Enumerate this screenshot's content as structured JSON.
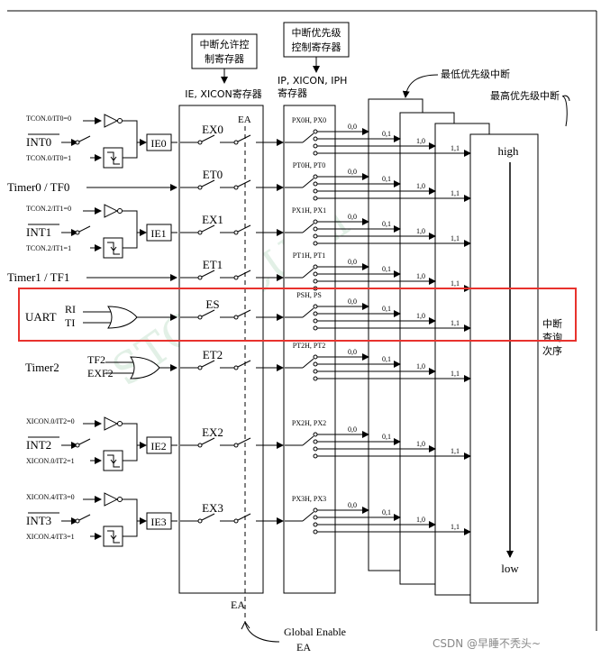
{
  "top_labels": {
    "ie_control_box": [
      "中断允许控",
      "制寄存器"
    ],
    "ip_control_box": [
      "中断优先级",
      "控制寄存器"
    ],
    "ie_register": "IE, XICON寄存器",
    "ip_register": [
      "IP, XICON, IPH",
      "寄存器"
    ],
    "lowest_priority": "最低优先级中断",
    "highest_priority": "最高优先级中断",
    "ea_top": "EA"
  },
  "sources": [
    {
      "name": "INT0",
      "type": "int",
      "t0": "TCON.0/IT0=0",
      "t1": "TCON.0/IT0=1",
      "flag": "IE0",
      "enable": "EX0",
      "prio": "PX0H, PX0"
    },
    {
      "name": "Timer0 / TF0",
      "type": "direct",
      "enable": "ET0",
      "prio": "PT0H, PT0"
    },
    {
      "name": "INT1",
      "type": "int",
      "t0": "TCON.2/IT1=0",
      "t1": "TCON.2/IT1=1",
      "flag": "IE1",
      "enable": "EX1",
      "prio": "PX1H, PX1"
    },
    {
      "name": "Timer1 / TF1",
      "type": "direct",
      "enable": "ET1",
      "prio": "PT1H, PT1"
    },
    {
      "name": "UART",
      "type": "or",
      "in1": "RI",
      "in2": "TI",
      "enable": "ES",
      "prio": "PSH, PS"
    },
    {
      "name": "Timer2",
      "type": "or",
      "in1": "TF2",
      "in2": "EXF2",
      "enable": "ET2",
      "prio": "PT2H, PT2"
    },
    {
      "name": "INT2",
      "type": "int",
      "t0": "XICON.0/IT2=0",
      "t1": "XICON.0/IT2=1",
      "flag": "IE2",
      "enable": "EX2",
      "prio": "PX2H, PX2"
    },
    {
      "name": "INT3",
      "type": "int",
      "t0": "XICON.4/IT3=0",
      "t1": "XICON.4/IT3=1",
      "flag": "IE3",
      "enable": "EX3",
      "prio": "PX3H, PX3"
    }
  ],
  "priority_levels": [
    "0,0",
    "0,1",
    "1,0",
    "1,1"
  ],
  "polling": {
    "high": "high",
    "low": "low",
    "label": [
      "中断",
      "查询",
      "次序"
    ]
  },
  "bottom": {
    "ea": "EA",
    "global_enable": [
      "Global Enable",
      "EA"
    ]
  },
  "watermark": "STC MCU Li",
  "credit": "CSDN @早睡不秃头~",
  "colors": {
    "highlight": "#e8322d",
    "watermark": "#cfe7d6"
  }
}
